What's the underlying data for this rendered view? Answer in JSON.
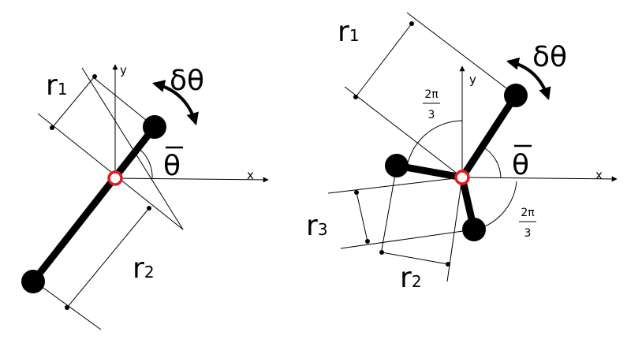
{
  "colors": {
    "ink": "#000000",
    "pivot": "#e8191a",
    "background": "#ffffff"
  },
  "left": {
    "axes": {
      "x": "x",
      "y": "y"
    },
    "rotation": "δθ",
    "angle": "θ",
    "r1": {
      "base": "r",
      "sub": "1"
    },
    "r2": {
      "base": "r",
      "sub": "2"
    }
  },
  "right": {
    "axes": {
      "x": "x",
      "y": "y"
    },
    "rotation": "δθ",
    "angle": "θ",
    "r1": {
      "base": "r",
      "sub": "1"
    },
    "r2": {
      "base": "r",
      "sub": "2"
    },
    "r3": {
      "base": "r",
      "sub": "3"
    },
    "angle_top": {
      "num": "2π",
      "den": "3"
    },
    "angle_bottom": {
      "num": "2π",
      "den": "3"
    }
  }
}
